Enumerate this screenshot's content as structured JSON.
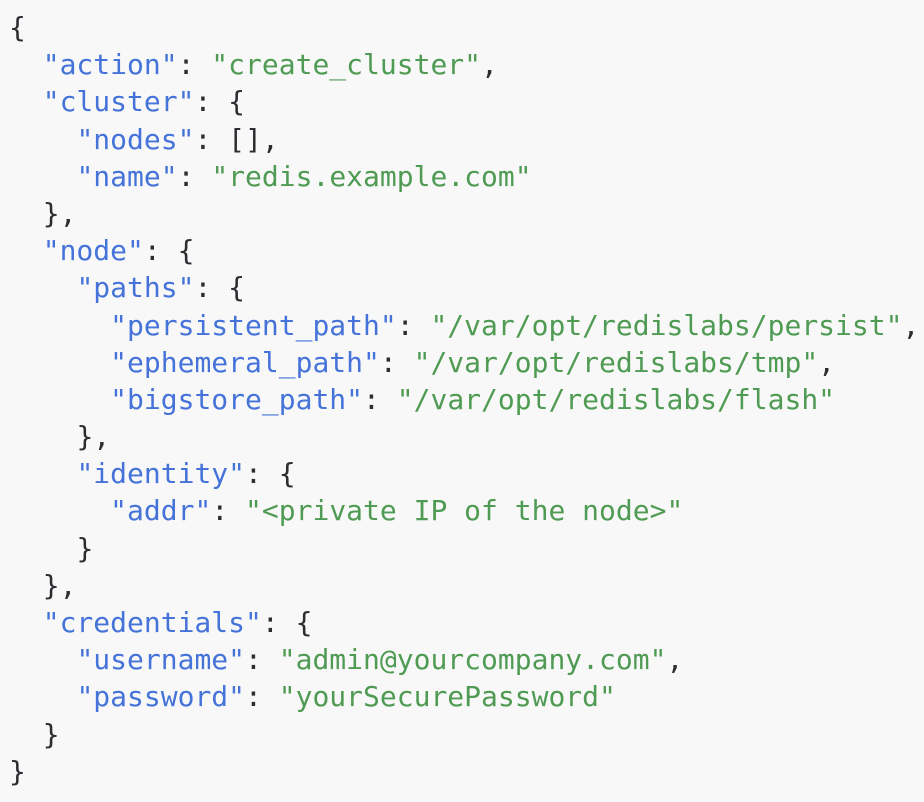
{
  "colors": {
    "background": "#f8f8f8",
    "key": "#4573d9",
    "string": "#4f9b53",
    "punct": "#2b2d31"
  },
  "code": {
    "language": "json",
    "lines": [
      [
        [
          "punct",
          "{"
        ]
      ],
      [
        [
          "ws",
          "  "
        ],
        [
          "key",
          "\"action\""
        ],
        [
          "punct",
          ": "
        ],
        [
          "string",
          "\"create_cluster\""
        ],
        [
          "punct",
          ","
        ]
      ],
      [
        [
          "ws",
          "  "
        ],
        [
          "key",
          "\"cluster\""
        ],
        [
          "punct",
          ": {"
        ]
      ],
      [
        [
          "ws",
          "    "
        ],
        [
          "key",
          "\"nodes\""
        ],
        [
          "punct",
          ": [],"
        ]
      ],
      [
        [
          "ws",
          "    "
        ],
        [
          "key",
          "\"name\""
        ],
        [
          "punct",
          ": "
        ],
        [
          "string",
          "\"redis.example.com\""
        ]
      ],
      [
        [
          "ws",
          "  "
        ],
        [
          "punct",
          "},"
        ]
      ],
      [
        [
          "ws",
          "  "
        ],
        [
          "key",
          "\"node\""
        ],
        [
          "punct",
          ": {"
        ]
      ],
      [
        [
          "ws",
          "    "
        ],
        [
          "key",
          "\"paths\""
        ],
        [
          "punct",
          ": {"
        ]
      ],
      [
        [
          "ws",
          "      "
        ],
        [
          "key",
          "\"persistent_path\""
        ],
        [
          "punct",
          ": "
        ],
        [
          "string",
          "\"/var/opt/redislabs/persist\""
        ],
        [
          "punct",
          ","
        ]
      ],
      [
        [
          "ws",
          "      "
        ],
        [
          "key",
          "\"ephemeral_path\""
        ],
        [
          "punct",
          ": "
        ],
        [
          "string",
          "\"/var/opt/redislabs/tmp\""
        ],
        [
          "punct",
          ","
        ]
      ],
      [
        [
          "ws",
          "      "
        ],
        [
          "key",
          "\"bigstore_path\""
        ],
        [
          "punct",
          ": "
        ],
        [
          "string",
          "\"/var/opt/redislabs/flash\""
        ]
      ],
      [
        [
          "ws",
          "    "
        ],
        [
          "punct",
          "},"
        ]
      ],
      [
        [
          "ws",
          "    "
        ],
        [
          "key",
          "\"identity\""
        ],
        [
          "punct",
          ": {"
        ]
      ],
      [
        [
          "ws",
          "      "
        ],
        [
          "key",
          "\"addr\""
        ],
        [
          "punct",
          ": "
        ],
        [
          "string",
          "\"<private IP of the node>\""
        ]
      ],
      [
        [
          "ws",
          "    "
        ],
        [
          "punct",
          "}"
        ]
      ],
      [
        [
          "ws",
          "  "
        ],
        [
          "punct",
          "},"
        ]
      ],
      [
        [
          "ws",
          "  "
        ],
        [
          "key",
          "\"credentials\""
        ],
        [
          "punct",
          ": {"
        ]
      ],
      [
        [
          "ws",
          "    "
        ],
        [
          "key",
          "\"username\""
        ],
        [
          "punct",
          ": "
        ],
        [
          "string",
          "\"admin@yourcompany.com\""
        ],
        [
          "punct",
          ","
        ]
      ],
      [
        [
          "ws",
          "    "
        ],
        [
          "key",
          "\"password\""
        ],
        [
          "punct",
          ": "
        ],
        [
          "string",
          "\"yourSecurePassword\""
        ]
      ],
      [
        [
          "ws",
          "  "
        ],
        [
          "punct",
          "}"
        ]
      ],
      [
        [
          "punct",
          "}"
        ]
      ]
    ]
  }
}
